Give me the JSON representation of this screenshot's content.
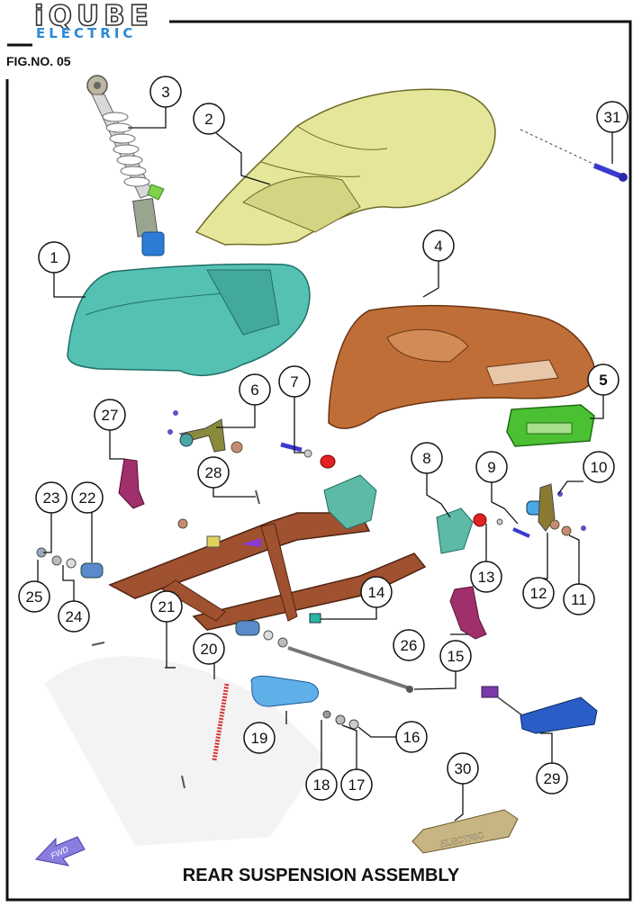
{
  "brand": {
    "line1": "iQUBE",
    "line2": "ELECTRIC"
  },
  "figure_number": "FIG.NO. 05",
  "title": "REAR SUSPENSION ASSEMBLY",
  "fwd_label": "FWD",
  "part_30_engraving": "ELECTRIC",
  "parts": [
    {
      "id": "1",
      "label": "1"
    },
    {
      "id": "2",
      "label": "2"
    },
    {
      "id": "3",
      "label": "3"
    },
    {
      "id": "4",
      "label": "4"
    },
    {
      "id": "5",
      "label": "5"
    },
    {
      "id": "6",
      "label": "6"
    },
    {
      "id": "7",
      "label": "7"
    },
    {
      "id": "8",
      "label": "8"
    },
    {
      "id": "9",
      "label": "9"
    },
    {
      "id": "10",
      "label": "10"
    },
    {
      "id": "11",
      "label": "11"
    },
    {
      "id": "12",
      "label": "12"
    },
    {
      "id": "13",
      "label": "13"
    },
    {
      "id": "14",
      "label": "14"
    },
    {
      "id": "15",
      "label": "15"
    },
    {
      "id": "16",
      "label": "16"
    },
    {
      "id": "17",
      "label": "17"
    },
    {
      "id": "18",
      "label": "18"
    },
    {
      "id": "19",
      "label": "19"
    },
    {
      "id": "20",
      "label": "20"
    },
    {
      "id": "21",
      "label": "21"
    },
    {
      "id": "22",
      "label": "22"
    },
    {
      "id": "23",
      "label": "23"
    },
    {
      "id": "24",
      "label": "24"
    },
    {
      "id": "25",
      "label": "25"
    },
    {
      "id": "26",
      "label": "26"
    },
    {
      "id": "27",
      "label": "27"
    },
    {
      "id": "28",
      "label": "28"
    },
    {
      "id": "29",
      "label": "29"
    },
    {
      "id": "30",
      "label": "30"
    },
    {
      "id": "31",
      "label": "31"
    }
  ]
}
